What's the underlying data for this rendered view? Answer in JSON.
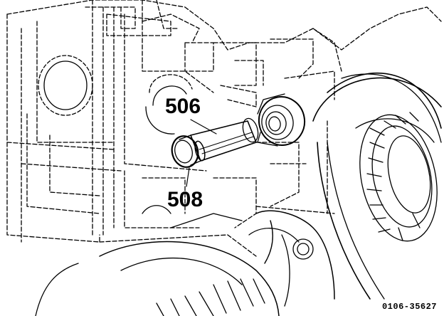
{
  "figure": {
    "callouts": [
      {
        "id": "506",
        "label": "506"
      },
      {
        "id": "508",
        "label": "508"
      }
    ],
    "reference_number": "0106-35627",
    "icon": "exploded-engine-part-illustration",
    "ink_color": "#000000",
    "background_color": "#ffffff"
  }
}
